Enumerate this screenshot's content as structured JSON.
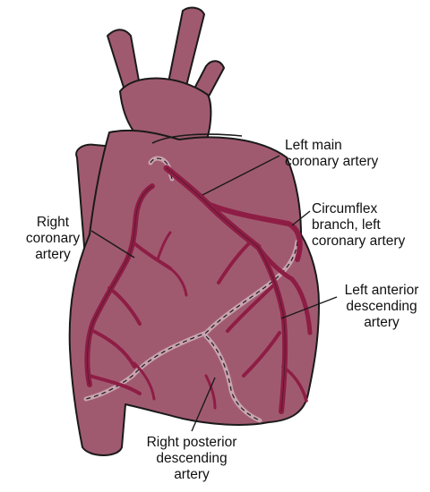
{
  "labels": {
    "left_main": [
      "Left main",
      "coronary artery"
    ],
    "circumflex": [
      "Circumflex",
      "branch, left",
      "coronary artery"
    ],
    "right_coronary": [
      "Right",
      "coronary",
      "artery"
    ],
    "lad": [
      "Left anterior",
      "descending",
      "artery"
    ],
    "rpda": [
      "Right posterior",
      "descending",
      "artery"
    ]
  },
  "colors": {
    "heart_fill": "#a05a70",
    "artery": "#8e1d45",
    "dashed_vessel": "#c8a3b0",
    "outline": "#1a1a1a"
  }
}
